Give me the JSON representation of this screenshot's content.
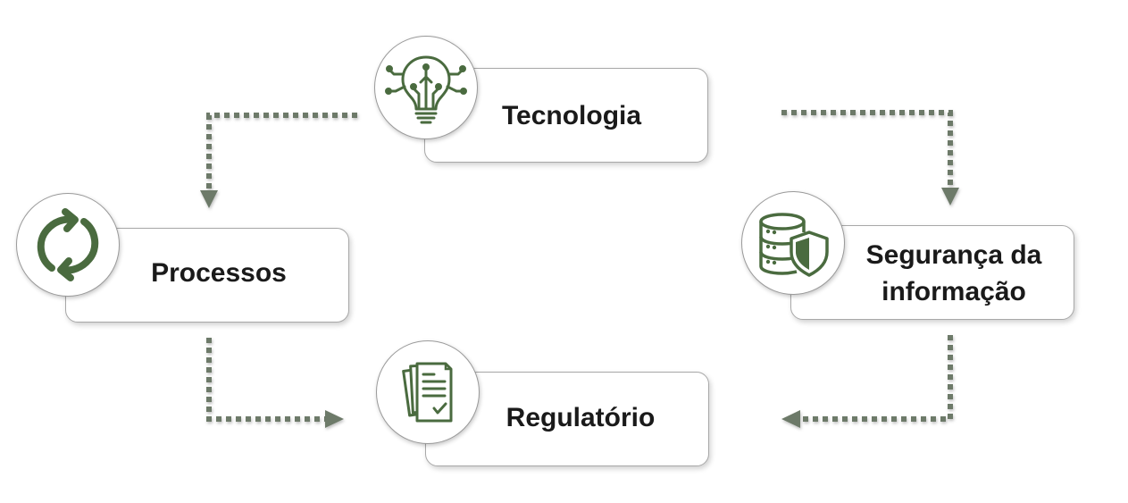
{
  "colors": {
    "accent": "#4a6b3f",
    "connector": "#6d7a69",
    "card_border": "#a8a8a8",
    "text": "#1a1a1a"
  },
  "nodes": {
    "tecnologia": {
      "label": "Tecnologia",
      "icon": "lightbulb-circuit-icon"
    },
    "processos": {
      "label": "Processos",
      "icon": "refresh-cycle-icon"
    },
    "seguranca": {
      "label_line1": "Segurança da",
      "label_line2": "informação",
      "icon": "database-shield-icon"
    },
    "regulatorio": {
      "label": "Regulatório",
      "icon": "documents-check-icon"
    }
  }
}
